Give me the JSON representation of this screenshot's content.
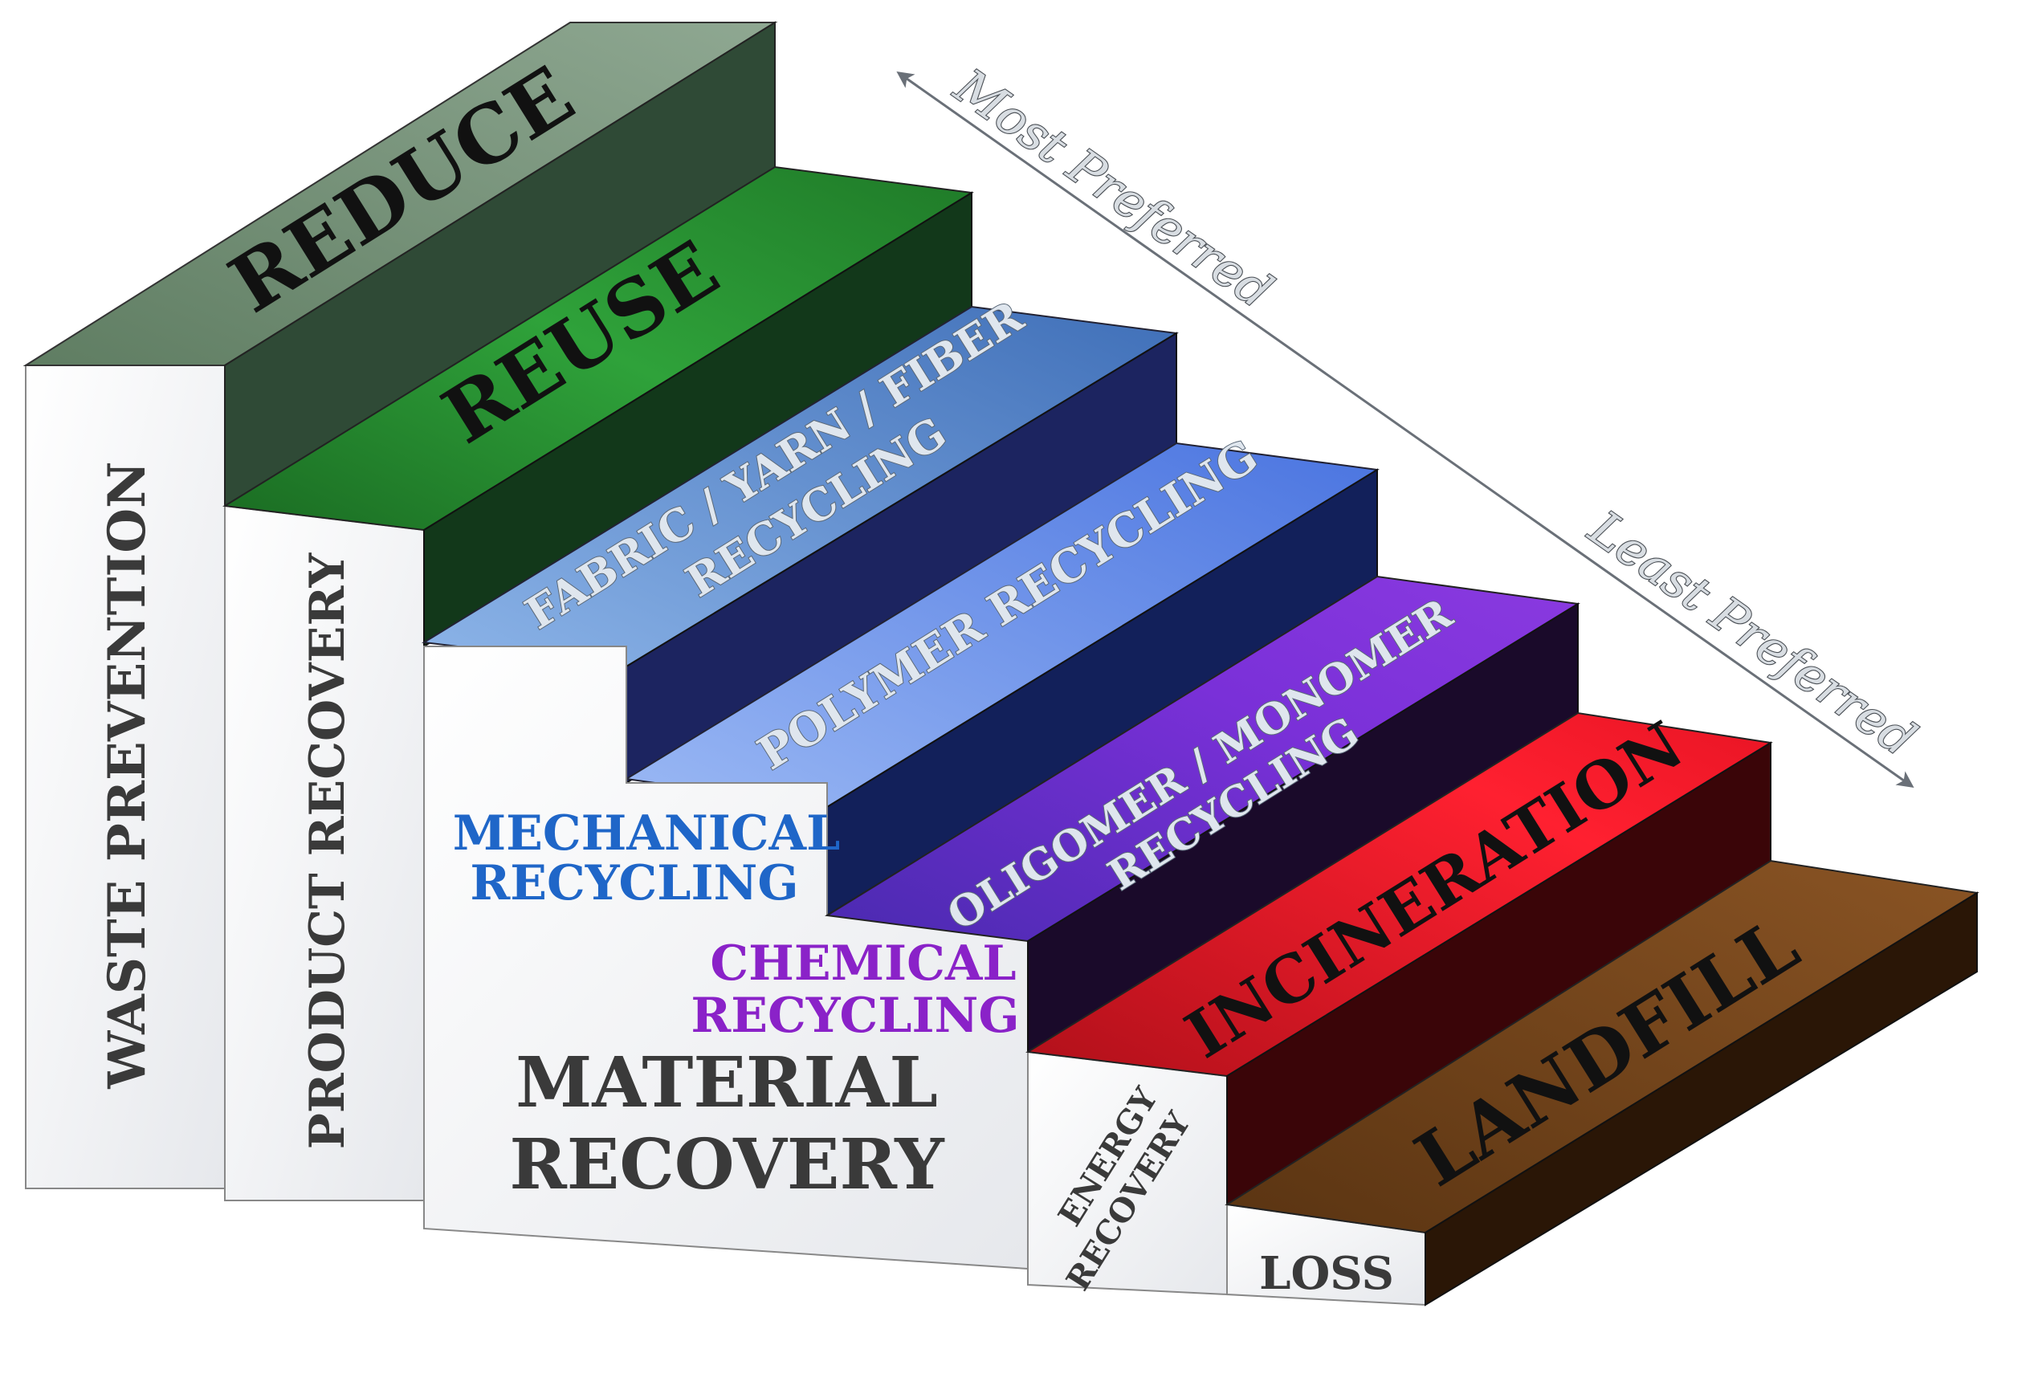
{
  "arrow": {
    "top_label": "Most Preferred",
    "bottom_label": "Least Preferred"
  },
  "steps": {
    "reduce": {
      "label": "REDUCE",
      "color": "#6f8a72"
    },
    "reuse": {
      "label": "REUSE",
      "color": "#1f8a2a"
    },
    "fabric": {
      "label_line1": "FABRIC / YARN / FIBER",
      "label_line2": "RECYCLING",
      "color": "#4f7fc0"
    },
    "polymer": {
      "label": "POLYMER RECYCLING",
      "color": "#5a82e6"
    },
    "oligomer": {
      "label_line1": "OLIGOMER / MONOMER",
      "label_line2": "RECYCLING",
      "color": "#7a2ad0"
    },
    "incineration": {
      "label": "INCINERATION",
      "color": "#e01020"
    },
    "landfill": {
      "label": "LANDFILL",
      "color": "#7a4a1c"
    }
  },
  "columns": {
    "waste_prevention": "WASTE PREVENTION",
    "product_recovery": "PRODUCT RECOVERY",
    "material_recovery_line1": "MATERIAL",
    "material_recovery_line2": "RECOVERY",
    "energy_recovery_line1": "ENERGY",
    "energy_recovery_line2": "RECOVERY",
    "loss": "LOSS"
  },
  "sublabels": {
    "mechanical_line1": "MECHANICAL",
    "mechanical_line2": "RECYCLING",
    "chemical_line1": "CHEMICAL",
    "chemical_line2": "RECYCLING"
  }
}
